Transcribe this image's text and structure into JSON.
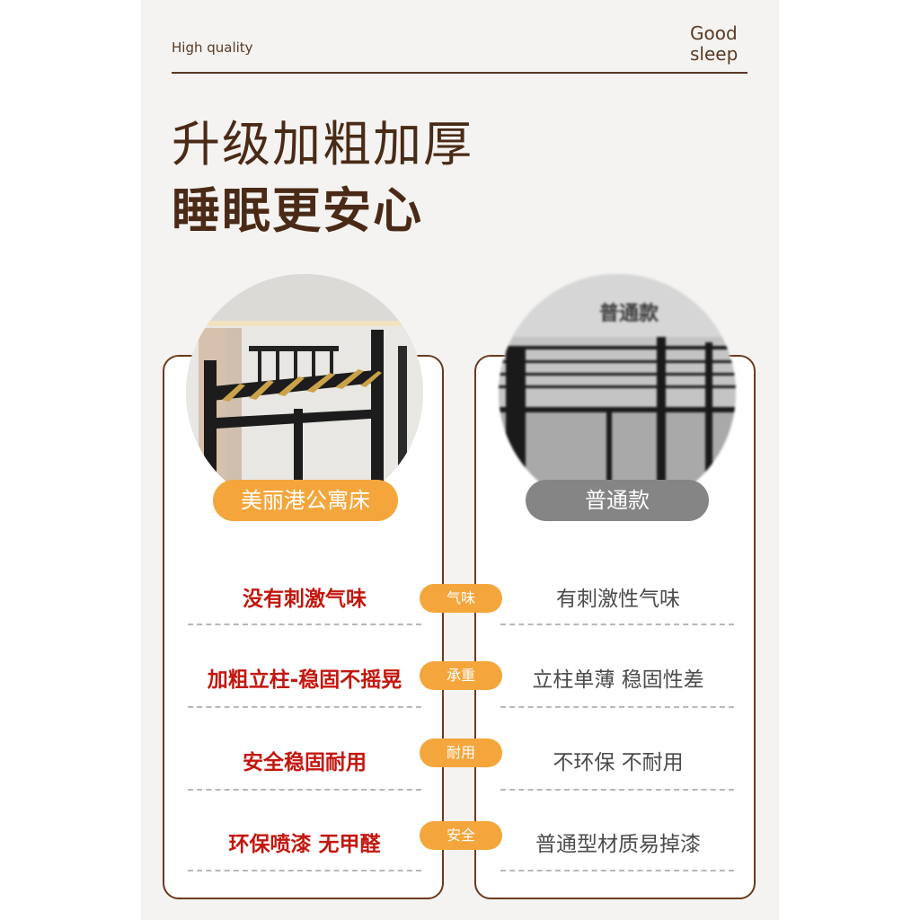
{
  "header": {
    "tagline_left": "High quality",
    "tagline_right_line1": "Good",
    "tagline_right_line2": "sleep"
  },
  "headline": {
    "line1": "升级加粗加厚",
    "line2": "睡眠更安心"
  },
  "left_card": {
    "label": "美丽港公寓床",
    "rows": [
      "没有刺激气味",
      "加粗立柱-稳固不摇晃",
      "安全稳固耐用",
      "环保喷漆 无甲醛"
    ]
  },
  "right_card": {
    "photo_caption": "普通款",
    "label": "普通款",
    "rows": [
      "有刺激性气味",
      "立柱单薄 稳固性差",
      "不环保 不耐用",
      "普通型材质易掉漆"
    ]
  },
  "badges": [
    "气味",
    "承重",
    "耐用",
    "安全"
  ],
  "colors": {
    "brown": "#5a3a24",
    "orange": "#f4a63c",
    "red_text": "#c3170e",
    "gray_pill": "#858585"
  }
}
